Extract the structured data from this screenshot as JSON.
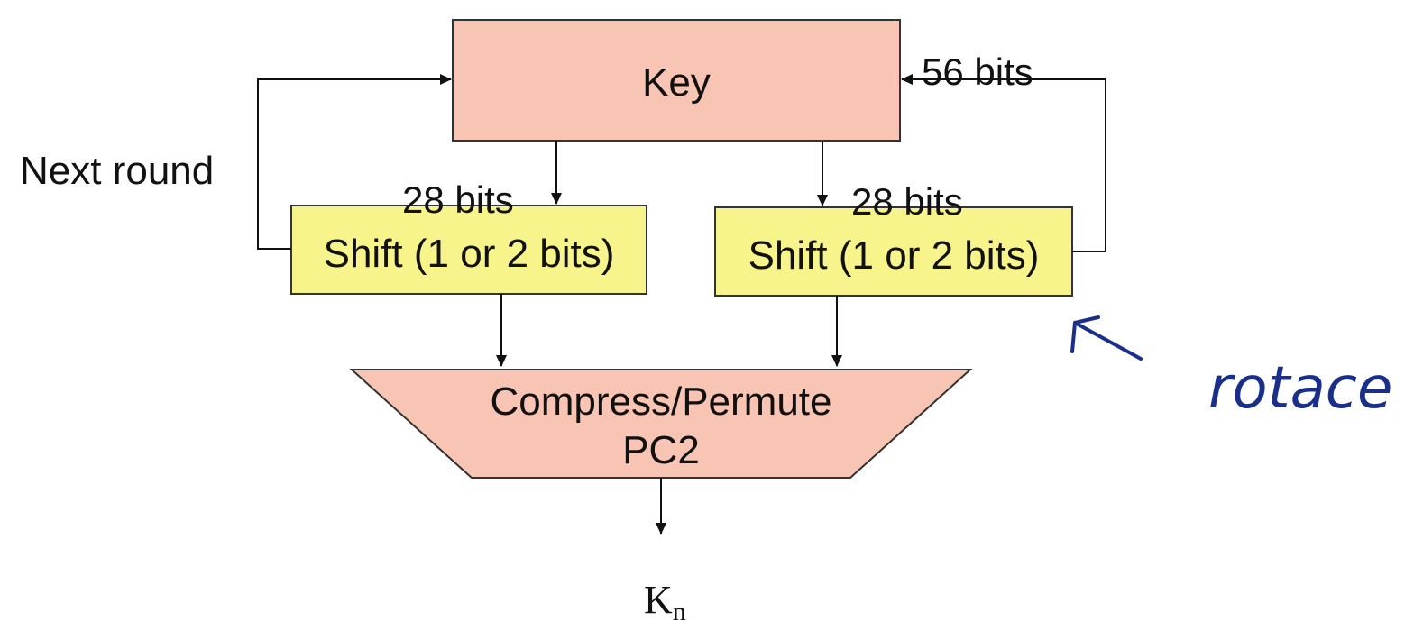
{
  "diagram": {
    "key_label": "Key",
    "key_bits": "56 bits",
    "next_round": "Next round",
    "left_bits": "28 bits",
    "right_bits": "28 bits",
    "left_shift": "Shift (1 or 2 bits)",
    "right_shift": "Shift (1 or 2 bits)",
    "compress_line1": "Compress/Permute",
    "compress_line2": "PC2",
    "output_main": "K",
    "output_sub": "n",
    "annotation": "rotace"
  },
  "colors": {
    "key_fill": "#f8c4b4",
    "shift_fill": "#f8f48c",
    "compress_fill": "#f8c4b4",
    "stroke": "#333333",
    "annotation": "#1a2f8a"
  }
}
